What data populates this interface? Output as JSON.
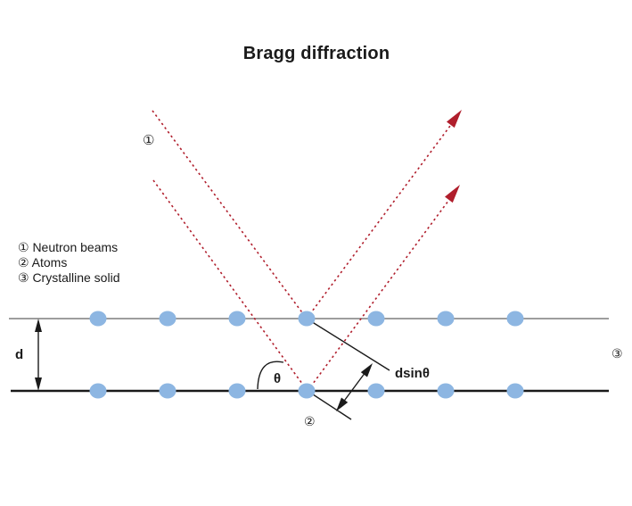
{
  "title": "Bragg diffraction",
  "legend": {
    "items": [
      {
        "label": "① Neutron beams"
      },
      {
        "label": "② Atoms"
      },
      {
        "label": "③ Crystalline solid"
      }
    ]
  },
  "labels": {
    "beam_marker": "①",
    "atom_marker": "②",
    "solid_marker": "③",
    "plane_spacing": "d",
    "angle": "θ",
    "path_difference": "dsinθ"
  },
  "colors": {
    "atom": "#8db6e2",
    "beam": "#b01e2c",
    "plane_top": "#7d7d7d",
    "ink": "#1a1a1a",
    "background": "#ffffff"
  },
  "lattice": {
    "atom_x": [
      110,
      188,
      266,
      344,
      422,
      500,
      578
    ],
    "row_y": [
      357,
      438
    ],
    "atom_rx": 9.5,
    "atom_ry": 8.5
  }
}
